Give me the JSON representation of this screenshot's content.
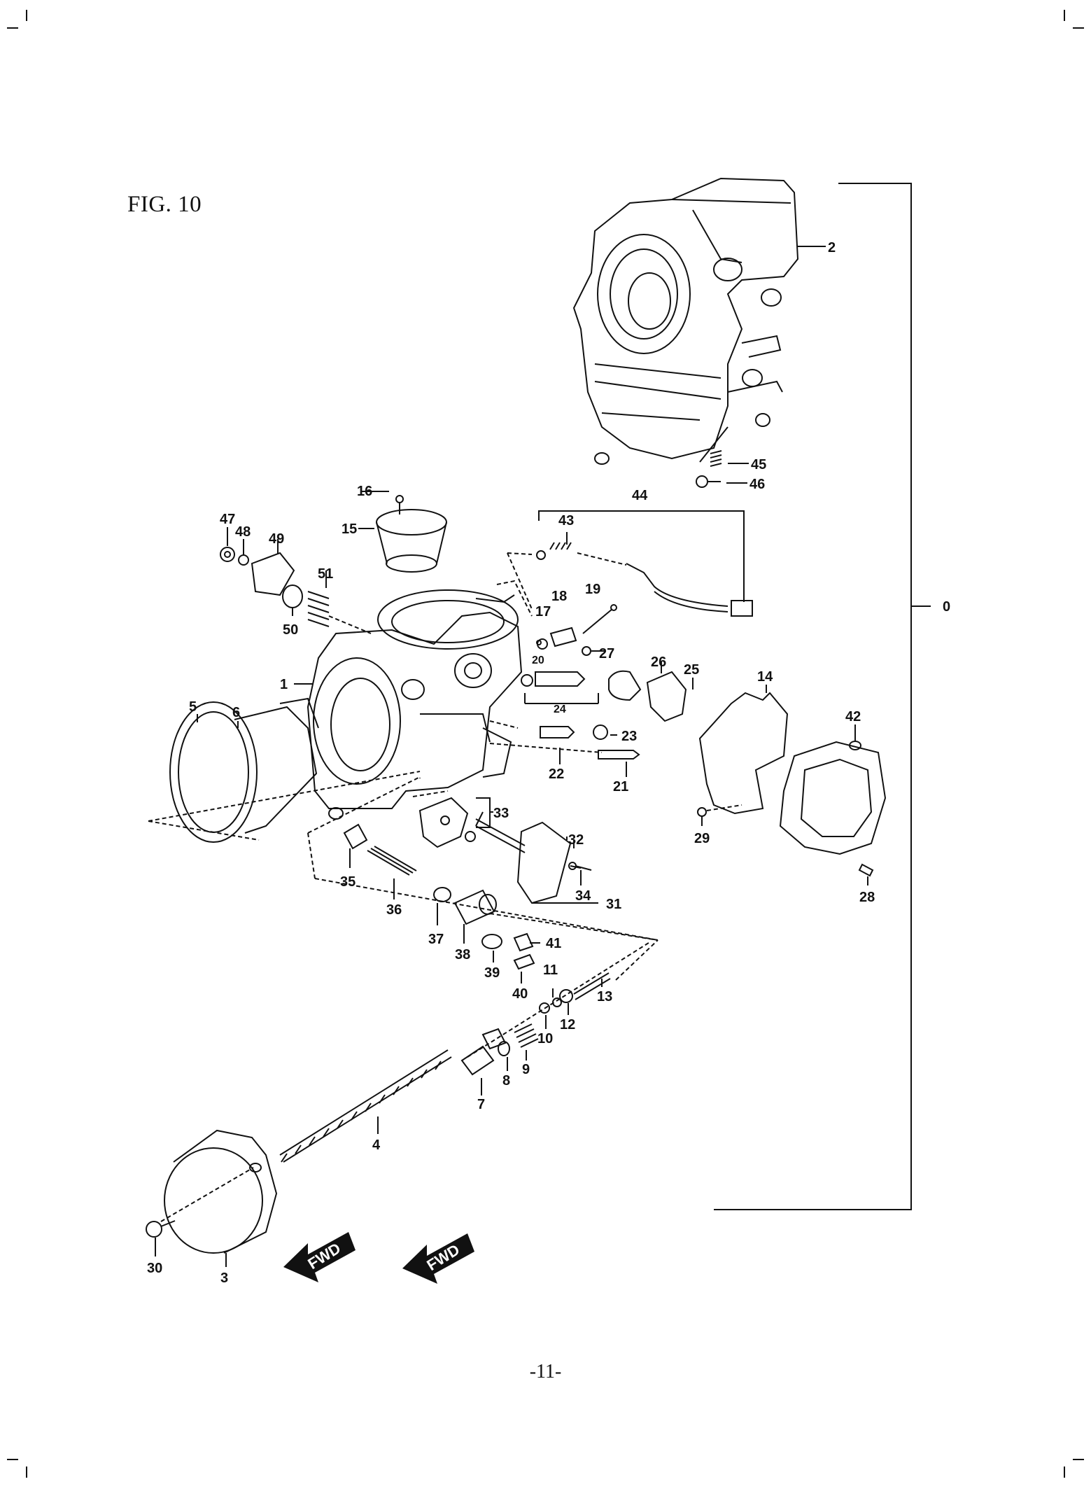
{
  "figure_title": "FIG. 10",
  "page_number": "-11-",
  "callouts": {
    "c0": "0",
    "c1": "1",
    "c2": "2",
    "c3": "3",
    "c4": "4",
    "c5": "5",
    "c6": "6",
    "c7": "7",
    "c8": "8",
    "c9": "9",
    "c10": "10",
    "c11": "11",
    "c12": "12",
    "c13": "13",
    "c14": "14",
    "c15": "15",
    "c16": "16",
    "c17": "17",
    "c18": "18",
    "c19": "19",
    "c20": "20",
    "c21": "21",
    "c22": "22",
    "c23": "23",
    "c24": "24",
    "c25": "25",
    "c26": "26",
    "c27": "27",
    "c28": "28",
    "c29": "29",
    "c30": "30",
    "c31": "31",
    "c32": "32",
    "c33": "33",
    "c34": "34",
    "c35": "35",
    "c36": "36",
    "c37": "37",
    "c38": "38",
    "c39": "39",
    "c40": "40",
    "c41": "41",
    "c42": "42",
    "c43": "43",
    "c44": "44",
    "c45": "45",
    "c46": "46",
    "c47": "47",
    "c48": "48",
    "c49": "49",
    "c50": "50",
    "c51": "51"
  },
  "fwd_labels": [
    "FWD",
    "FWD"
  ]
}
